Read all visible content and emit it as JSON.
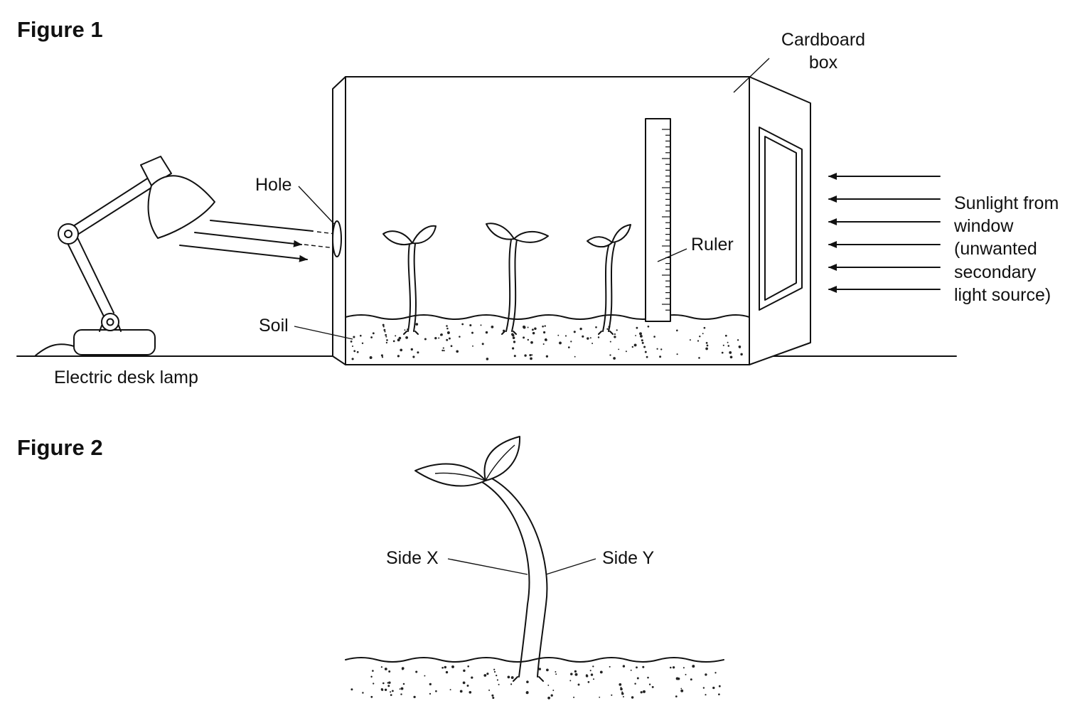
{
  "figure1": {
    "title": "Figure 1",
    "labels": {
      "cardboard_box_line1": "Cardboard",
      "cardboard_box_line2": "box",
      "hole": "Hole",
      "ruler": "Ruler",
      "soil": "Soil",
      "lamp": "Electric desk lamp",
      "sunlight_line1": "Sunlight from",
      "sunlight_line2": "window",
      "sunlight_line3": "(unwanted",
      "sunlight_line4": "secondary",
      "sunlight_line5": "light source)"
    }
  },
  "figure2": {
    "title": "Figure 2",
    "labels": {
      "side_x": "Side X",
      "side_y": "Side Y"
    }
  },
  "icons": {
    "lamp": "desk-lamp-icon",
    "seedling": "seedling-icon",
    "ruler": "ruler-icon",
    "window": "window-icon"
  },
  "colors": {
    "ink": "#111111",
    "background": "#ffffff"
  }
}
